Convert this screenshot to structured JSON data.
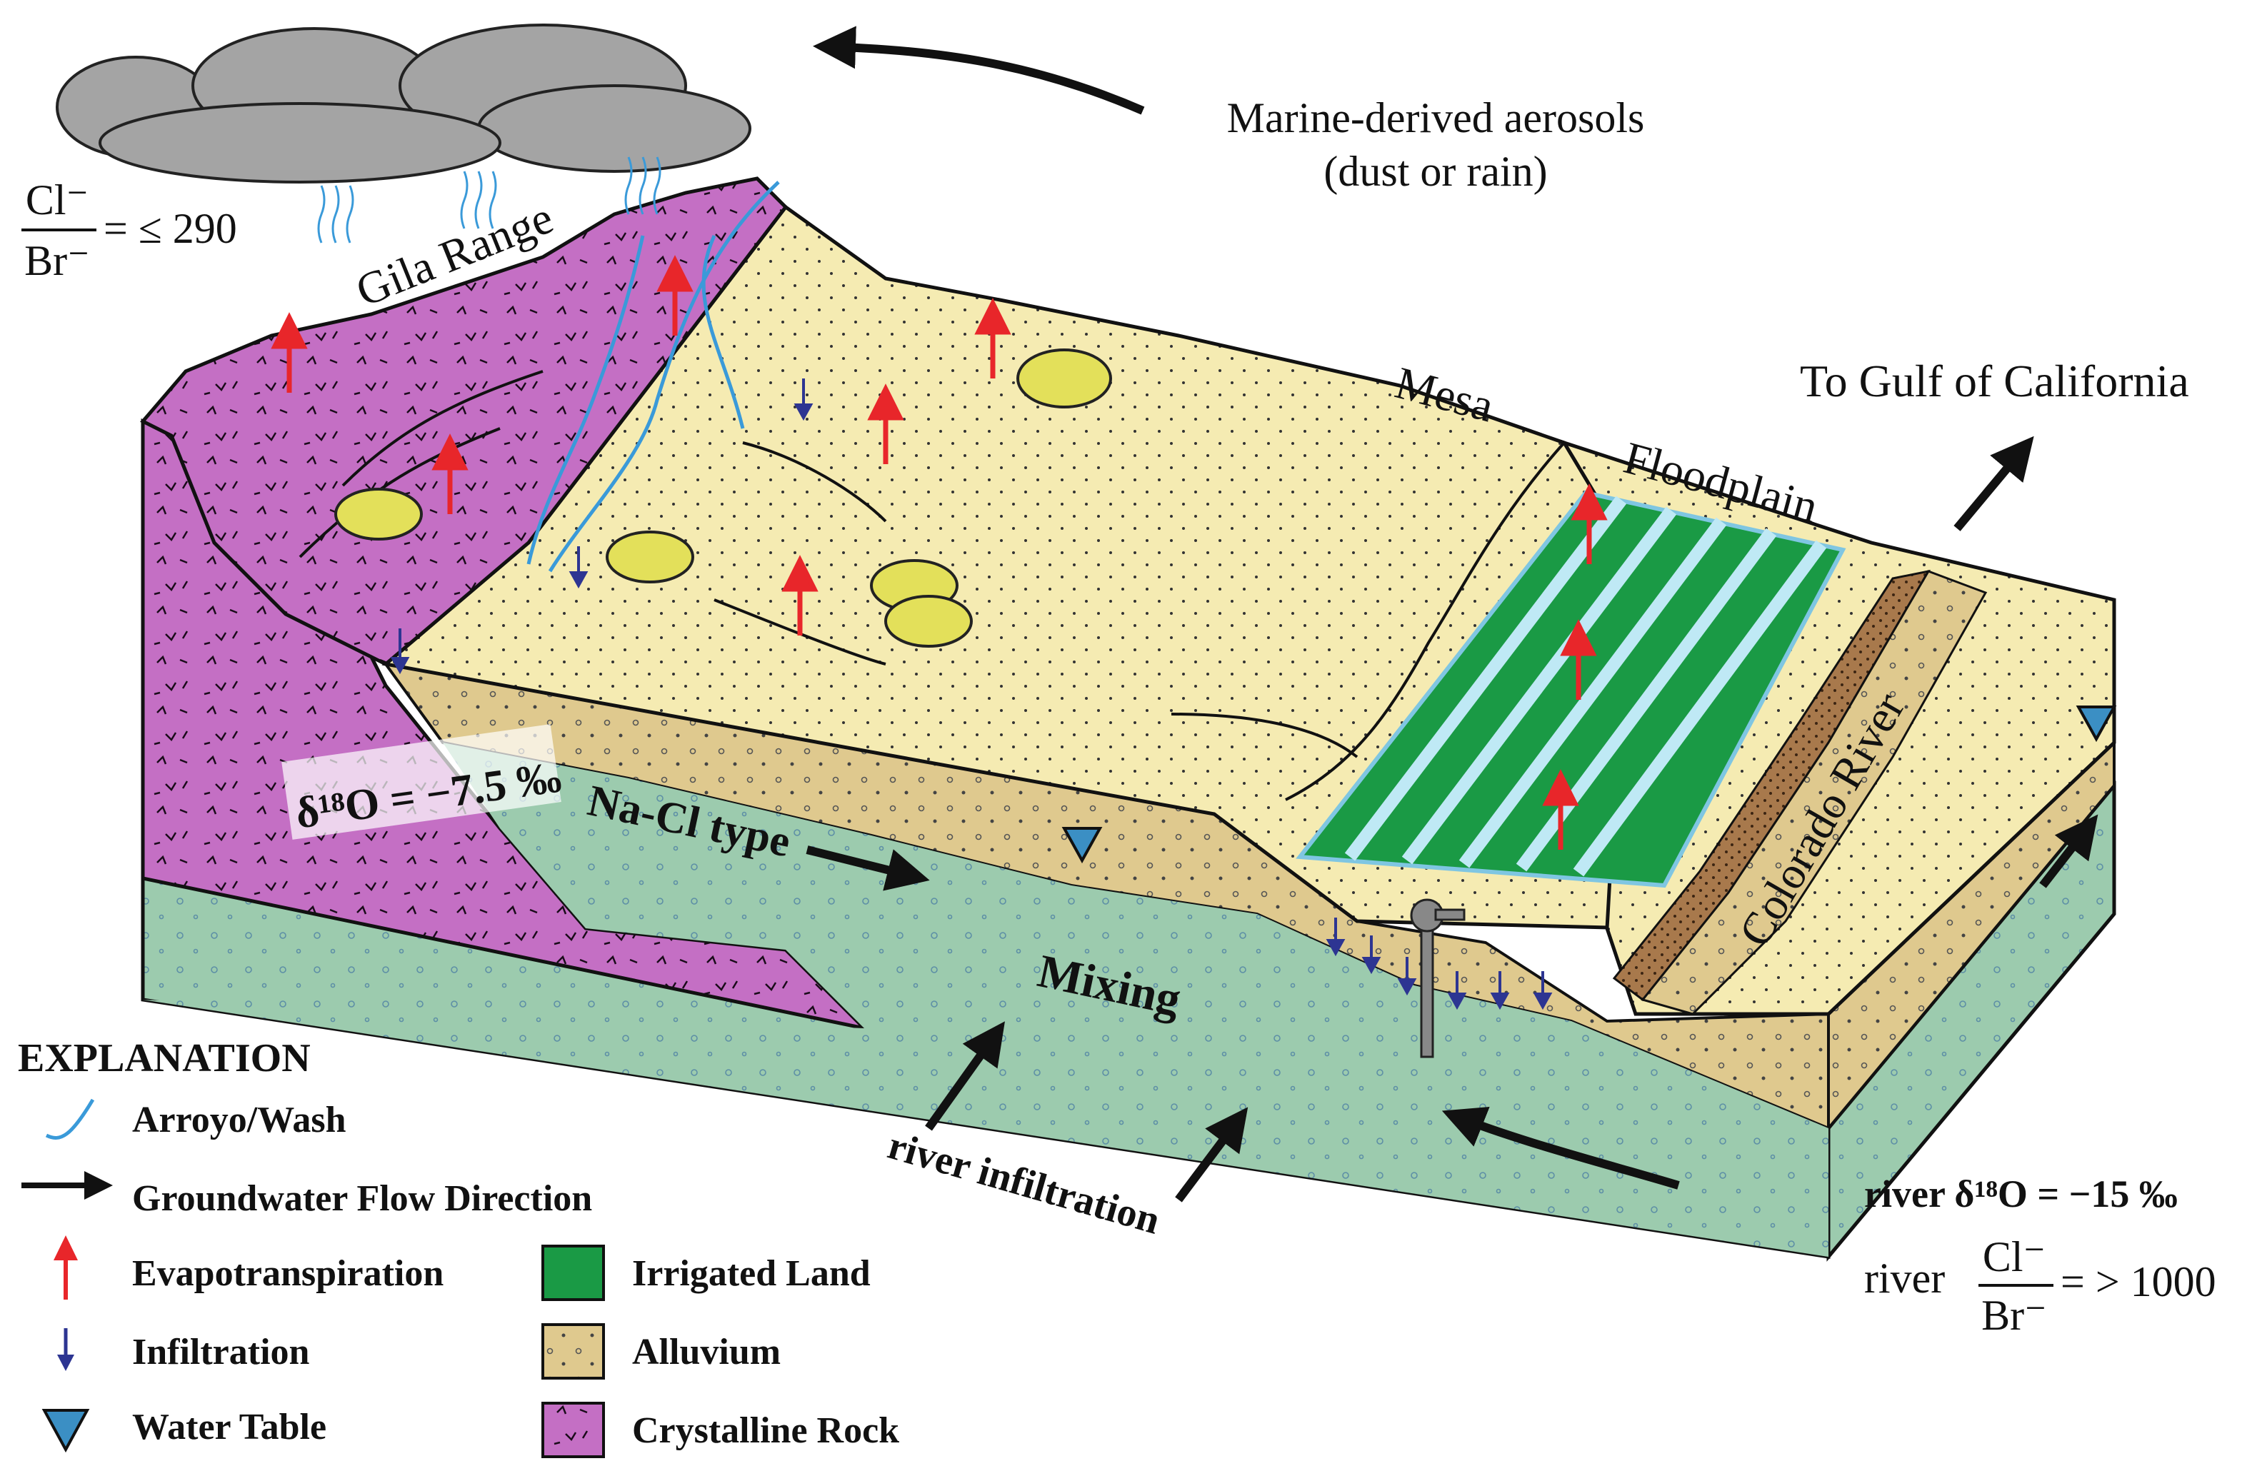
{
  "aerosols": {
    "line1": "Marine-derived aerosols",
    "line2": "(dust or rain)"
  },
  "ratio_left": {
    "num": "Cl⁻",
    "den": "Br⁻",
    "value": "= ≤ 290"
  },
  "places": {
    "gila": "Gila Range",
    "mesa": "Mesa",
    "floodplain": "Floodplain",
    "gulf": "To Gulf of California",
    "river": "Colorado River"
  },
  "zones": {
    "delta_left": "δ¹⁸O = −7.5 ‰",
    "nacl": "Na-Cl type",
    "mixing": "Mixing",
    "infiltration": "river infiltration"
  },
  "river_values": {
    "delta": "river δ¹⁸O = −15 ‰",
    "ratio_prefix": "river",
    "num": "Cl⁻",
    "den": "Br⁻",
    "value": "= > 1000"
  },
  "legend": {
    "title": "EXPLANATION",
    "items": [
      {
        "label": "Arroyo/Wash",
        "icon": "arroyo-wash-icon"
      },
      {
        "label": "Groundwater Flow Direction",
        "icon": "flow-arrow-icon"
      },
      {
        "label": "Evapotranspiration",
        "icon": "red-up-arrow-icon"
      },
      {
        "label": "Infiltration",
        "icon": "blue-down-arrow-icon"
      },
      {
        "label": "Water Table",
        "icon": "water-table-triangle-icon"
      },
      {
        "label": "Irrigated Land",
        "icon": "green-swatch-icon"
      },
      {
        "label": "Alluvium",
        "icon": "alluvium-swatch-icon"
      },
      {
        "label": "Crystalline Rock",
        "icon": "crystalline-swatch-icon"
      }
    ]
  },
  "colors": {
    "crystalline": "#c46fc4",
    "alluvium": "#f5ebb2",
    "alluvium_dark": "#dfc98e",
    "aquifer": "#9ccbae",
    "irrigated": "#1a9a45",
    "canal": "#7fc6e2",
    "cloud": "#a4a4a4",
    "evap": "#e8262a",
    "infil": "#2d3592",
    "water_table": "#3b8fc4",
    "bush": "#e3e05a"
  }
}
